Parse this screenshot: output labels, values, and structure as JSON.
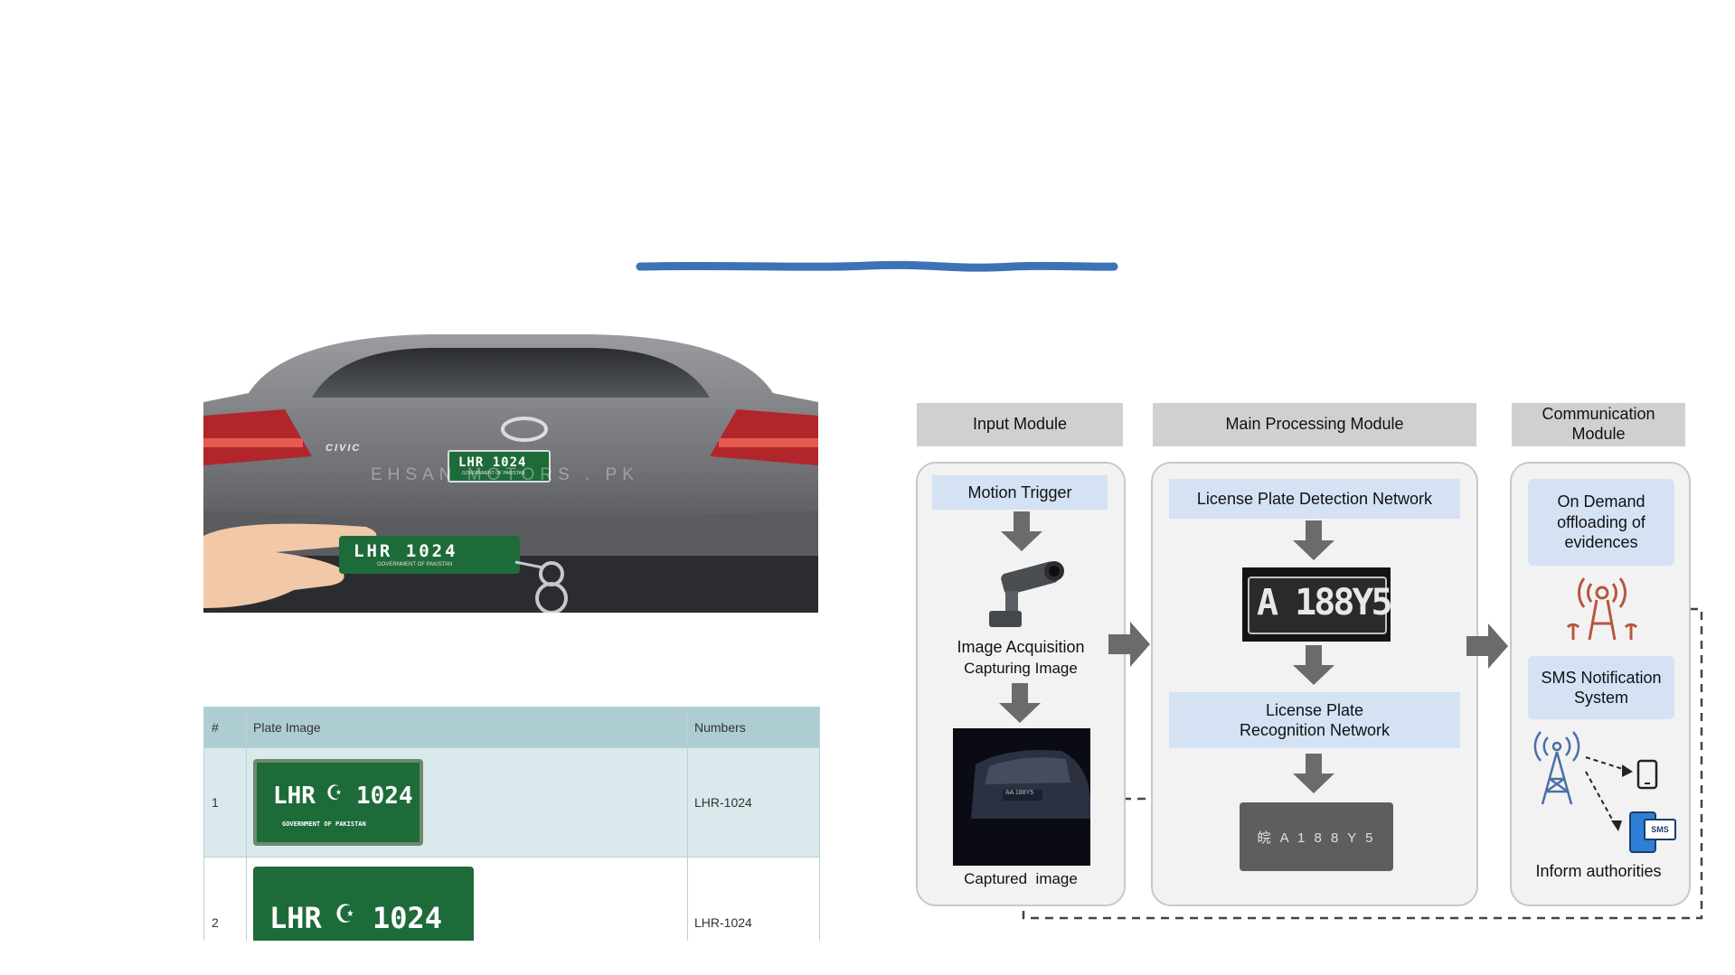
{
  "title_decoration": {
    "color": "#3d72b8"
  },
  "car_photo": {
    "plate_on_car": "LHR 1024",
    "plate_on_car_sub": "GOVERNMENT OF PAKISTAN",
    "plate_in_hand": "LHR 1024",
    "plate_in_hand_sub": "GOVERNMENT OF PAKISTAN",
    "watermark": "EHSAN MOTORS . PK",
    "brand_badge": "CIVIC"
  },
  "table": {
    "headers": [
      "#",
      "Plate Image",
      "Numbers"
    ],
    "rows": [
      {
        "index": "1",
        "plate_text_left": "LHR",
        "plate_text_right": "1024",
        "plate_sub": "GOVERNMENT OF PAKISTAN",
        "number": "LHR-1024"
      },
      {
        "index": "2",
        "plate_text_left": "LHR",
        "plate_text_right": "1024",
        "plate_sub": "",
        "number": "LHR-1024"
      }
    ]
  },
  "diagram": {
    "input_module": {
      "header": "Input Module",
      "motion_trigger": "Motion Trigger",
      "image_acquisition": "Image Acquisition",
      "capturing_image": "Capturing Image",
      "captured_image": "Captured  image",
      "captured_plate_text": "AA 188Y5"
    },
    "main_module": {
      "header": "Main Processing Module",
      "detection": "License Plate Detection Network",
      "recognition": "License Plate Recognition Network",
      "detected_plate": "A 188Y5",
      "recognized_text": "皖 A 1 8 8 Y 5"
    },
    "comm_module": {
      "header": "Communication Module",
      "offloading": "On Demand offloading of evidences",
      "sms": "SMS Notification System",
      "sms_badge": "SMS",
      "inform": "Inform authorities"
    },
    "colors": {
      "header_bg": "#d0d0d0",
      "box_bg": "#f2f2f2",
      "blue": "#d4e2f4",
      "arrow": "#6b6b6b",
      "icon_red": "#b8563e"
    }
  }
}
